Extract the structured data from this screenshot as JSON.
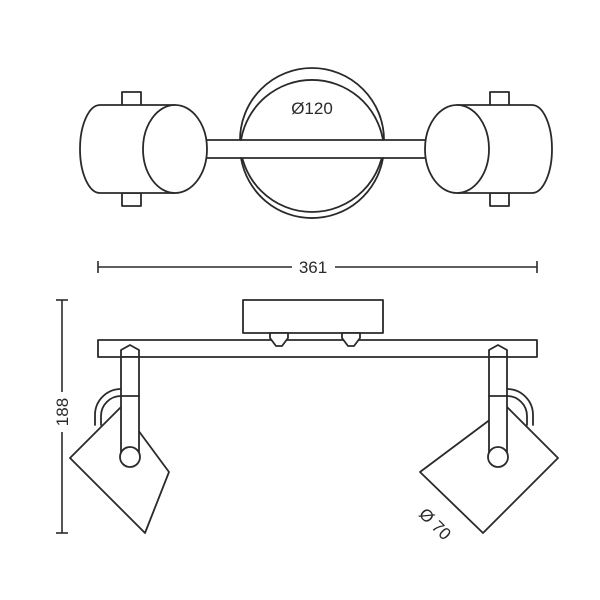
{
  "drawing": {
    "subject": "2-spot ceiling light fixture technical drawing",
    "line_color": "#2a2a2a",
    "background": "#ffffff",
    "top_view": {
      "base_diameter_label": "Ø120"
    },
    "dimensions": {
      "width_label": "361",
      "height_label": "188",
      "spot_diameter_label": "Ø 70"
    }
  }
}
